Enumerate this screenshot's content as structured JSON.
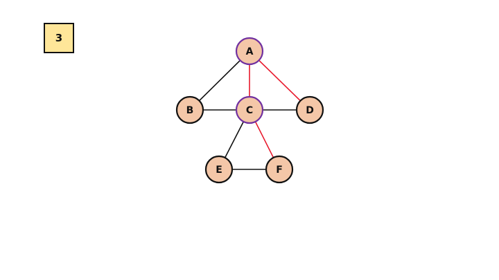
{
  "step_label": "3",
  "colors": {
    "node_fill": "#f4c7a8",
    "node_border": "#111111",
    "highlight_border": "#7030a0",
    "edge_default": "#111111",
    "edge_highlight": "#e8192c",
    "step_fill": "#ffe699"
  },
  "nodes": [
    {
      "id": "A",
      "label": "A",
      "highlighted": true
    },
    {
      "id": "B",
      "label": "B",
      "highlighted": false
    },
    {
      "id": "C",
      "label": "C",
      "highlighted": true
    },
    {
      "id": "D",
      "label": "D",
      "highlighted": false
    },
    {
      "id": "E",
      "label": "E",
      "highlighted": false
    },
    {
      "id": "F",
      "label": "F",
      "highlighted": false
    }
  ],
  "edges": [
    {
      "from": "A",
      "to": "B",
      "highlighted": false
    },
    {
      "from": "A",
      "to": "C",
      "highlighted": true
    },
    {
      "from": "A",
      "to": "D",
      "highlighted": true
    },
    {
      "from": "B",
      "to": "C",
      "highlighted": false
    },
    {
      "from": "C",
      "to": "D",
      "highlighted": false
    },
    {
      "from": "C",
      "to": "E",
      "highlighted": false
    },
    {
      "from": "C",
      "to": "F",
      "highlighted": true
    },
    {
      "from": "E",
      "to": "F",
      "highlighted": false
    }
  ]
}
